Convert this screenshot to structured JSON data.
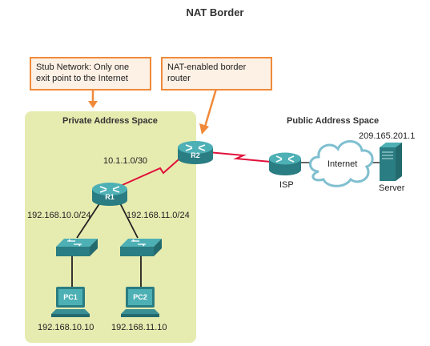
{
  "title": "NAT Border",
  "callouts": {
    "stub": "Stub Network: Only one exit point to the Internet",
    "nat": "NAT-enabled border router"
  },
  "zones": {
    "private": "Private Address Space",
    "public": "Public Address Space"
  },
  "devices": {
    "r1": "R1",
    "r2": "R2",
    "pc1": "PC1",
    "pc2": "PC2",
    "isp": "ISP",
    "internet": "Internet",
    "server": "Server"
  },
  "addresses": {
    "link_r1_r2": "10.1.1.0/30",
    "lan_pc1": "192.168.10.0/24",
    "lan_pc2": "192.168.11.0/24",
    "pc1_ip": "192.168.10.10",
    "pc2_ip": "192.168.11.10",
    "server_ip": "209.165.201.1"
  },
  "colors": {
    "private_zone": "#e6ebb0",
    "callout_border": "#f08a3a",
    "callout_fill": "#fdf0e4",
    "serial_link": "#e0103a",
    "device_teal": "#3d9ea3",
    "cloud_outline": "#7fbfd0"
  }
}
